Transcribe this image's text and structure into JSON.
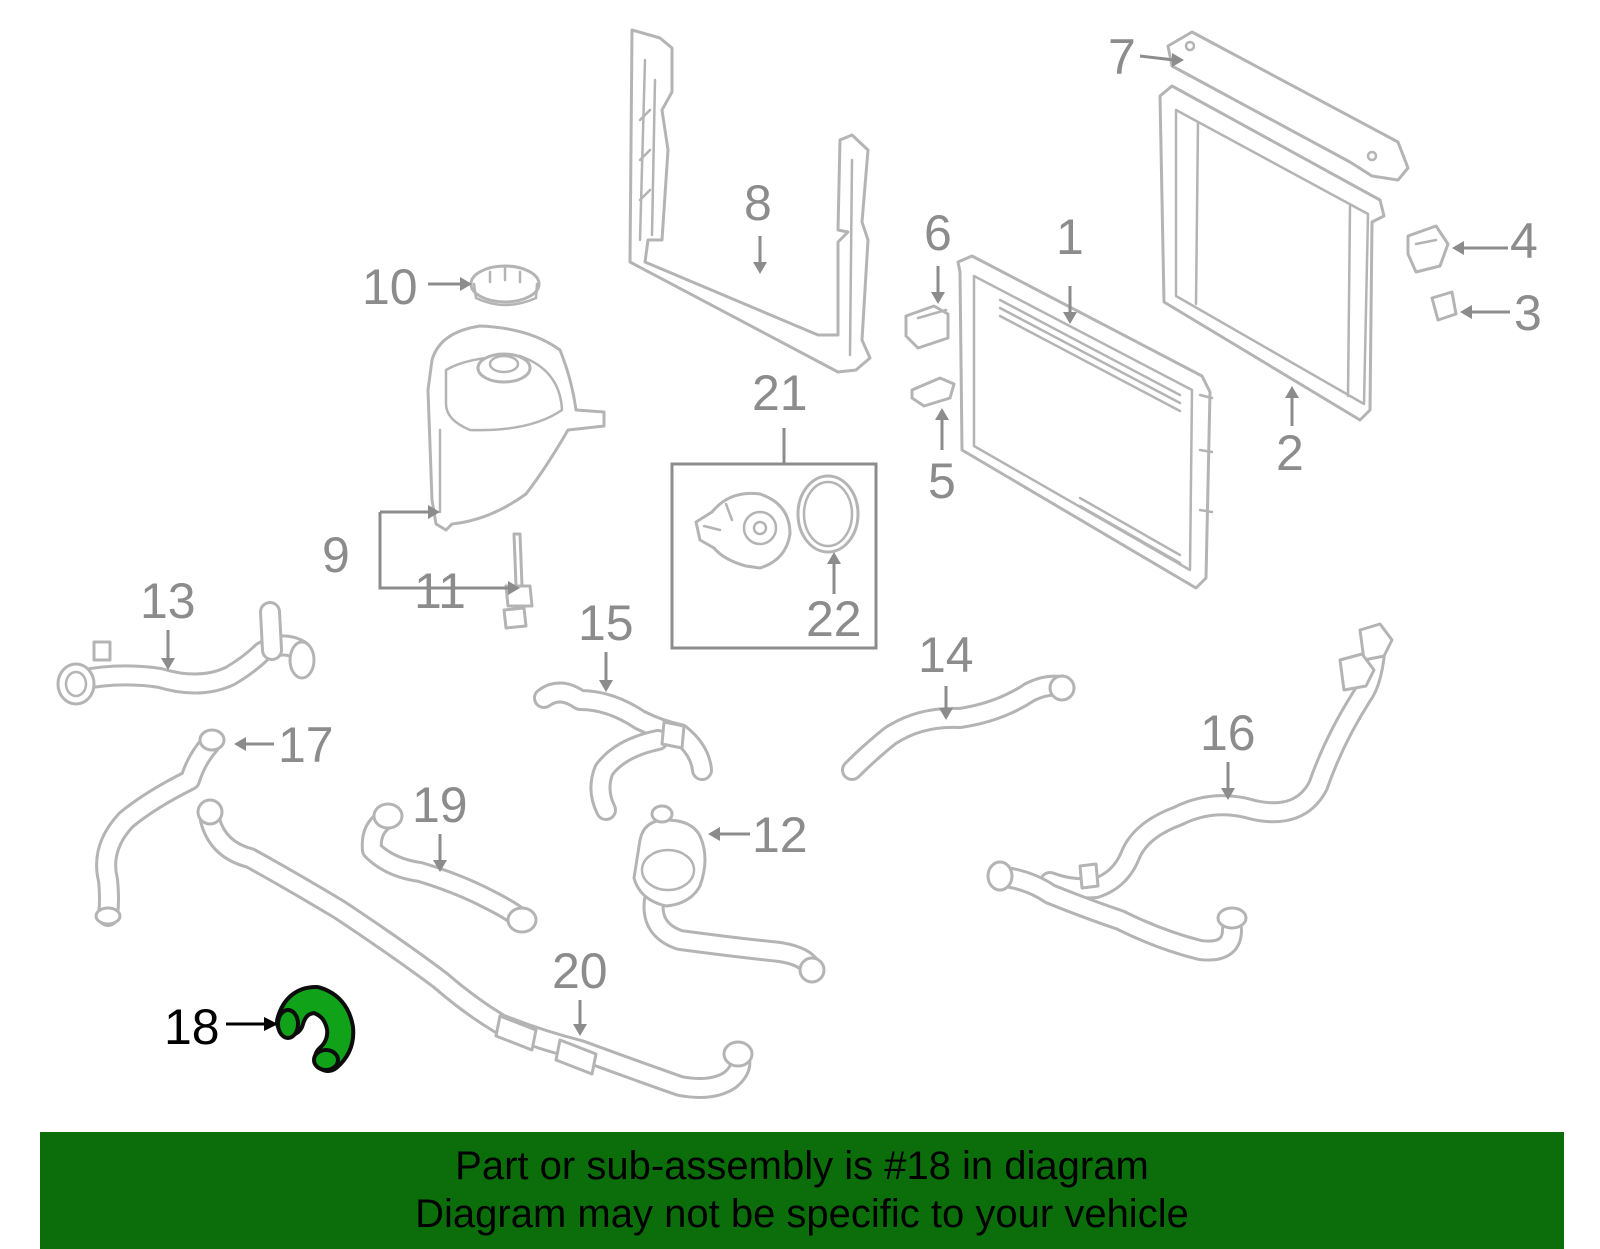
{
  "colors": {
    "banner_bg": "#0b6e0b",
    "highlight": "#10a31a",
    "part_outline": "#b4b4b4",
    "callout_gray": "#8c8c8c"
  },
  "callouts": {
    "c1": "1",
    "c2": "2",
    "c3": "3",
    "c4": "4",
    "c5": "5",
    "c6": "6",
    "c7": "7",
    "c8": "8",
    "c9": "9",
    "c10": "10",
    "c11": "11",
    "c12": "12",
    "c13": "13",
    "c14": "14",
    "c15": "15",
    "c16": "16",
    "c17": "17",
    "c18": "18",
    "c19": "19",
    "c20": "20",
    "c21": "21",
    "c22": "22"
  },
  "highlighted_part": "18",
  "banner": {
    "line1": "Part or sub-assembly is #18 in diagram",
    "line2": "Diagram may not be specific to your vehicle"
  }
}
